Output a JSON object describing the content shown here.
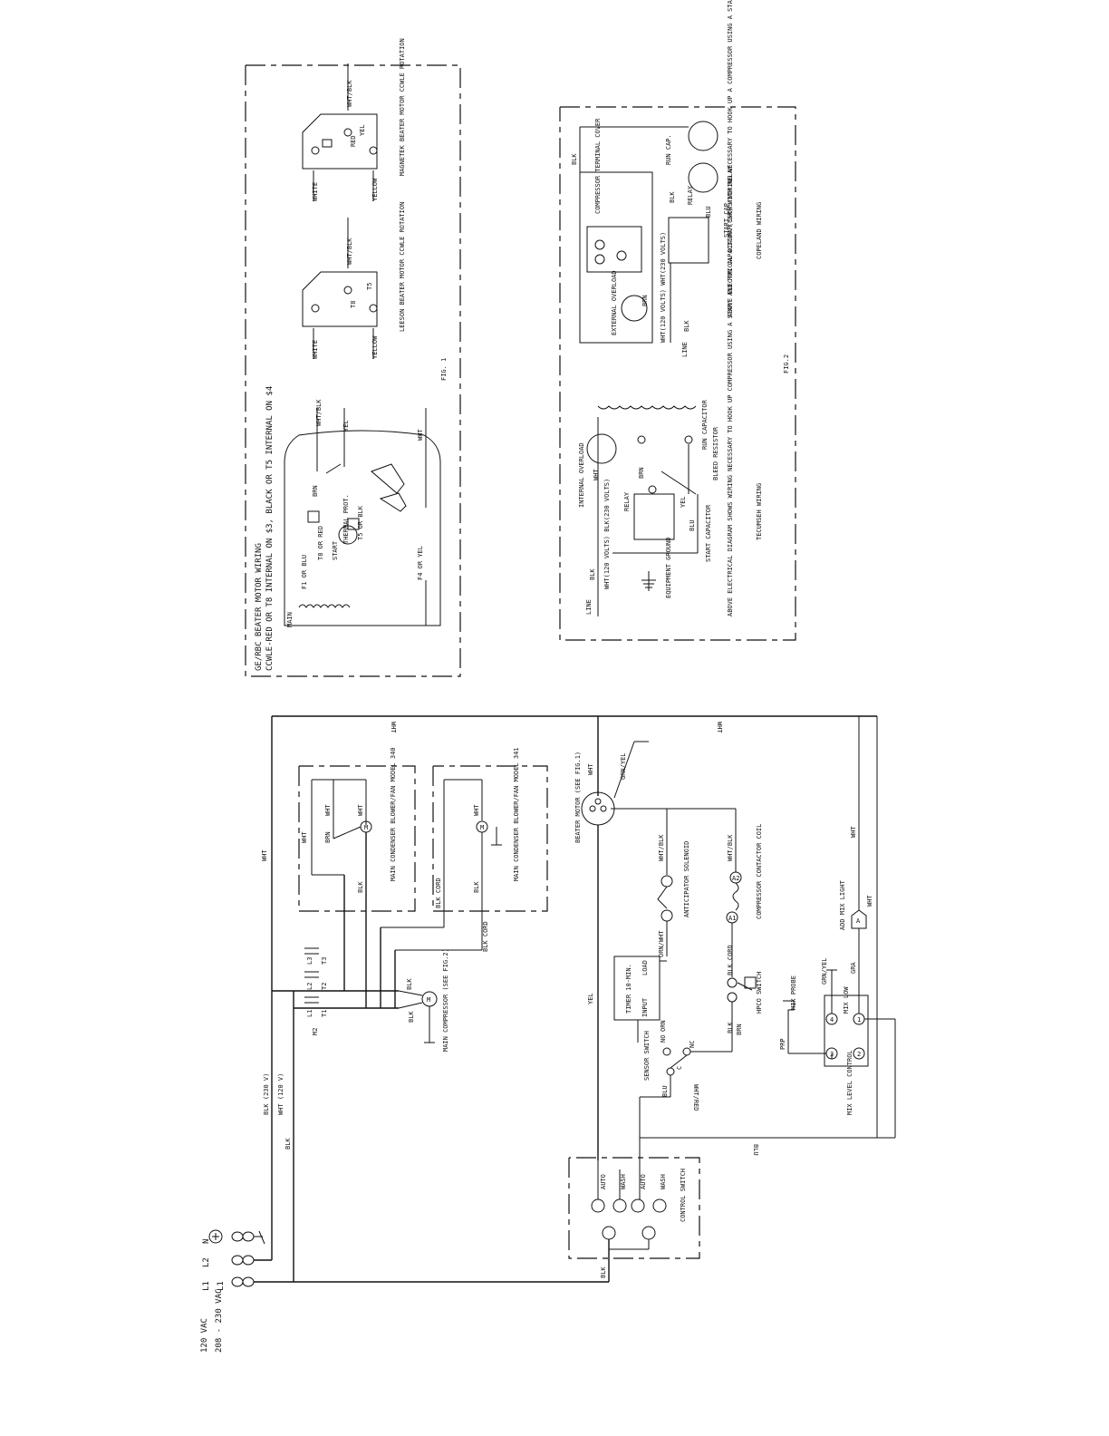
{
  "supply": {
    "v120": "120 VAC",
    "v208": "208 - 230 VAC",
    "l1": "L1",
    "l2": "L2",
    "l1b": "L1",
    "n": "N"
  },
  "schematic": {
    "wire_wht": "WHT",
    "wire_blk": "BLK",
    "wire_yel": "YEL",
    "wire_blu": "BLU",
    "blk230": "BLK (230 V)",
    "wht120": "WHT (120 V)",
    "wire_wht_blk": "WHT/BLK",
    "wire_wht_blk2": "WHT/BLK",
    "wire_orn_wht": "ORN/WHT",
    "wire_blk_cord": "BLK CORD",
    "wire_blk_cord2": "BLK CORD",
    "wire_blk_cord3": "BLK CORD",
    "wire_brn": "BRN",
    "wire_grn_yel": "GRN/YEL",
    "wire_grn_yel2": "GRN/YEL",
    "wire_gra": "GRA",
    "wire_prp": "PRP",
    "wire_blu2": "BLU",
    "wire_wht_red": "WHT/RED",
    "wire_blk_m": "BLK",
    "wire_blk_m2": "BLK",
    "wire_blk_c": "BLK",
    "wire_blk_c2": "BLK",
    "wire_wht_c": "WHT",
    "wire_wht_c2": "WHT",
    "wire_wht_c3": "WHT",
    "wire_wht_tl": "WHT",
    "wire_wht_tr": "WHT",
    "wire_wht_r": "WHT",
    "wire_wht_bm": "WHT",
    "wire_wht_bm2": "WHT",
    "wire_brn2": "BRN",
    "m2": "M2",
    "contacts": [
      "L1",
      "L2",
      "L3",
      "T1",
      "T2",
      "T3"
    ],
    "m_symbol": "M",
    "cond340": "MAIN CONDENSER BLOWER/FAN MODEL 340",
    "cond341": "MAIN CONDENSER BLOWER/FAN MODEL 341",
    "compressor": "MAIN COMPRESSOR (SEE FIG.2)",
    "beater": "BEATER MOTOR (SEE FIG.1)",
    "anticipator": "ANTICIPATOR SOLENOID",
    "contactor_coil": "COMPRESSOR CONTACTOR COIL",
    "a1": "A1",
    "a2": "A2",
    "timer": "TIMER 10-MIN.",
    "timer_input": "INPUT",
    "timer_load": "LOAD",
    "hpco": "HPCO SWITCH",
    "sensor": "SENSOR SWITCH",
    "no": "NO",
    "nc": "NC",
    "orn": "ORN",
    "c": "C",
    "mix_probe": "MIX PROBE",
    "mix_low": "MIX LOW",
    "mix_level": "MIX LEVEL CONTROL",
    "terminals": [
      "1",
      "2",
      "3",
      "4"
    ],
    "add_mix": "ADD MIX LIGHT",
    "a_symbol": "A",
    "control_switch": "CONTROL SWITCH",
    "auto": "AUTO",
    "wash": "WASH",
    "auto2": "AUTO",
    "wash2": "WASH"
  },
  "fig1": {
    "title": "GE/RBC BEATER MOTOR WIRING",
    "note": "CCWLE-RED OR T8 INTERNAL ON $3, BLACK OR T5 INTERNAL ON $4",
    "main": "MAIN",
    "start": "START",
    "t8red": "T8 OR RED",
    "t5blk": "T5 OR BLK",
    "f1blu": "F1 OR BLU",
    "f4yel": "F4 OR YEL",
    "thermal": "THERMAL PROT.",
    "brn": "BRN",
    "wht_blk": "WHT/BLK",
    "yel": "YEL",
    "wht": "WHT",
    "leeson": "LEESON BEATER MOTOR CCWLE ROTATION",
    "magnetek": "MAGNETEK BEATER MOTOR CCWLE ROTATION",
    "white": "WHITE",
    "yellow": "YELLOW",
    "white2": "WHITE",
    "yellow2": "YELLOW",
    "wht_blk2": "WHT/BLK",
    "wht_blk3": "WHT/BLK",
    "t5": "T5",
    "t8": "T8",
    "red": "RED",
    "yel2": "YEL",
    "label": "FIG. 1"
  },
  "fig2": {
    "label": "FIG.2",
    "tecumseh": "TECUMSEH WIRING",
    "copeland": "COPELAND WIRING",
    "line": "LINE",
    "line2": "LINE",
    "blk": "BLK",
    "blk2": "BLK",
    "blk3": "BLK",
    "wht_note": "WHT(120 VOLTS) BLK(230 VOLTS)",
    "wht_note2": "WHT(120 VOLTS) WHT(230 VOLTS)",
    "equipment_ground": "EQUIPMENT GROUND",
    "internal_overload": "INTERNAL OVERLOAD",
    "relay": "RELAY",
    "relay2": "RELAY",
    "run_cap": "RUN CAPACITOR",
    "bleed_resistor": "BLEED RESISTOR",
    "start_cap": "START CAPACITOR",
    "start_cap2": "START CAP.",
    "run_cap2": "RUN CAP.",
    "external_overload": "EXTERNAL OVERLOAD",
    "terminal_cover": "COMPRESSOR TERMINAL COVER",
    "note_tec": "ABOVE ELECTRICAL DIAGRAM SHOWS WIRING NECESSARY TO HOOK UP COMPRESSOR USING A START AND RUN CAPACITOR (CSR) WITH RELAY",
    "note_cop": "ABOVE ELECTRICAL DIAGRAM SHOWS WIRING NECESSARY TO HOOK UP A COMPRESSOR USING A START AND RUN CAPACITOR (CSR) WITH RELAY",
    "brn": "BRN",
    "brn2": "BRN",
    "blu": "BLU",
    "blu2": "BLU",
    "wht": "WHT",
    "yel": "YEL"
  }
}
